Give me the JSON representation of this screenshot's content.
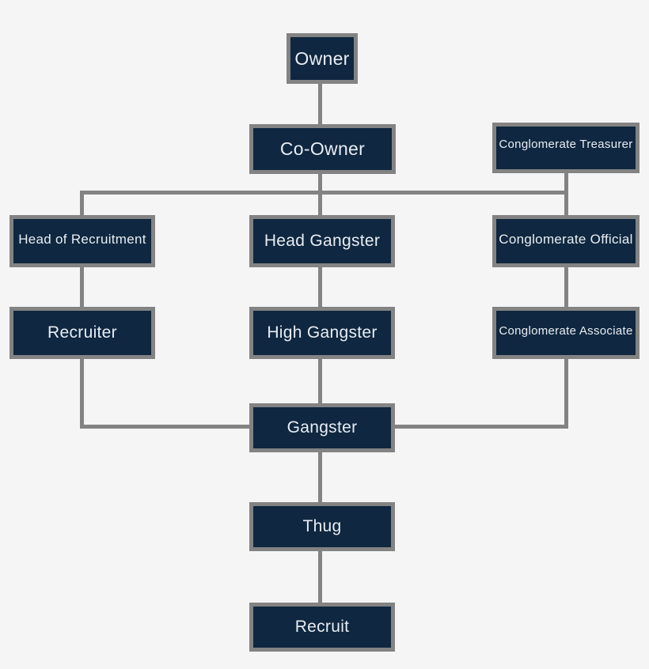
{
  "diagram": {
    "type": "org-chart",
    "colors": {
      "background": "#f5f5f5",
      "node_fill": "#0f2740",
      "node_border": "#838383",
      "connector": "#838383",
      "text": "#e8edf3"
    },
    "nodes": [
      {
        "id": "owner",
        "label": "Owner"
      },
      {
        "id": "co-owner",
        "label": "Co-Owner"
      },
      {
        "id": "conglomerate-treasurer",
        "label": "Conglomerate Treasurer"
      },
      {
        "id": "head-of-recruitment",
        "label": "Head of Recruitment"
      },
      {
        "id": "head-gangster",
        "label": "Head Gangster"
      },
      {
        "id": "conglomerate-official",
        "label": "Conglomerate Official"
      },
      {
        "id": "recruiter",
        "label": "Recruiter"
      },
      {
        "id": "high-gangster",
        "label": "High Gangster"
      },
      {
        "id": "conglomerate-associate",
        "label": "Conglomerate Associate"
      },
      {
        "id": "gangster",
        "label": "Gangster"
      },
      {
        "id": "thug",
        "label": "Thug"
      },
      {
        "id": "recruit",
        "label": "Recruit"
      }
    ],
    "edges": [
      {
        "from": "owner",
        "to": "co-owner"
      },
      {
        "from": "co-owner",
        "to": "head-of-recruitment"
      },
      {
        "from": "co-owner",
        "to": "head-gangster"
      },
      {
        "from": "co-owner",
        "to": "conglomerate-official"
      },
      {
        "from": "conglomerate-treasurer",
        "to": "conglomerate-official"
      },
      {
        "from": "head-of-recruitment",
        "to": "recruiter"
      },
      {
        "from": "head-gangster",
        "to": "high-gangster"
      },
      {
        "from": "conglomerate-official",
        "to": "conglomerate-associate"
      },
      {
        "from": "recruiter",
        "to": "gangster"
      },
      {
        "from": "high-gangster",
        "to": "gangster"
      },
      {
        "from": "conglomerate-associate",
        "to": "gangster"
      },
      {
        "from": "gangster",
        "to": "thug"
      },
      {
        "from": "thug",
        "to": "recruit"
      }
    ]
  }
}
